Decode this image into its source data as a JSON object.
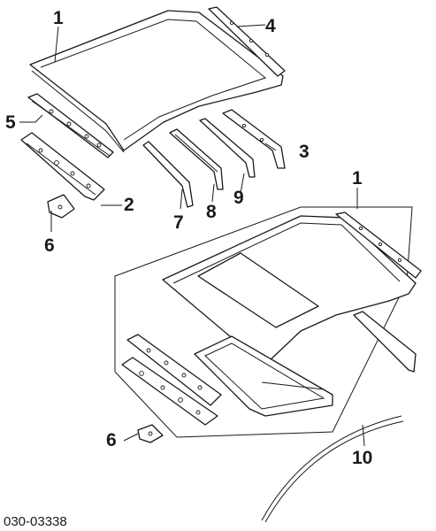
{
  "diagram": {
    "callouts": {
      "roof_panel_top": "1",
      "roof_panel_sunroof": "1",
      "side_rail_right": "4",
      "front_bow": "5",
      "front_header": "2",
      "rear_rail": "3",
      "bow_7": "7",
      "bow_8": "8",
      "bow_9": "9",
      "bracket_top": "6",
      "bracket_bottom": "6",
      "molding": "10"
    },
    "drawing_code": "030-03338"
  },
  "colors": {
    "line": "#1a1a1a",
    "background": "#ffffff"
  }
}
